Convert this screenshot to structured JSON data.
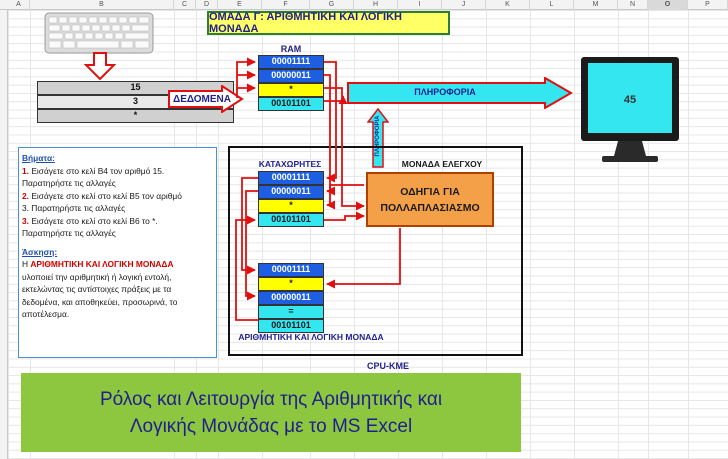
{
  "spreadsheet": {
    "columns": [
      "A",
      "B",
      "C",
      "D",
      "E",
      "F",
      "G",
      "H",
      "I",
      "J",
      "K",
      "L",
      "M",
      "N",
      "O",
      "P"
    ],
    "selected_column": "O"
  },
  "title": "ΟΜΑΔΑ Γ: ΑΡΙΘΜΗΤΙΚΗ ΚΑΙ ΛΟΓΙΚΗ ΜΟΝΑΔΑ",
  "input_cells": [
    "15",
    "3",
    "*"
  ],
  "data_label": "ΔΕΔΟΜΕΝΑ",
  "ram": {
    "label": "RAM",
    "cells": [
      "00001111",
      "00000011",
      "*",
      "00101101"
    ]
  },
  "information_label": "ΠΛΗΡΟΦΟΡΙΑ",
  "vertical_information_label": "ΠΛΗΡΟΦΟΡΙΑ",
  "monitor_value": "45",
  "cpu": {
    "label": "CPU-KME",
    "registers_label": "ΚΑΤΑΧΩΡΗΤΕΣ",
    "registers": [
      "00001111",
      "00000011",
      "*",
      "00101101"
    ],
    "control_unit_label": "ΜΟΝΑΔΑ ΕΛΕΓΧΟΥ",
    "instruction_line1": "ΟΔΗΓΙΑ ΓΙΑ",
    "instruction_line2": "ΠΟΛΛΑΠΛΑΣΙΑΣΜΟ",
    "alu_cells": [
      "00001111",
      "*",
      "00000011",
      "=",
      "00101101"
    ],
    "alu_label": "ΑΡΙΘΜΗΤΙΚΗ ΚΑΙ ΛΟΓΙΚΗ ΜΟΝΑΔΑ"
  },
  "steps": {
    "heading": "Βήματα:",
    "s1_num": "1.",
    "s1_text": " Εισάγετε στο κελί B4 τον αριθμό 15.",
    "s1_text2": "Παρατηρήστε τις αλλαγές",
    "s2_num": "2.",
    "s2_text": " Εισάγετε στο κελί στο κελί B5 τον αριθμό",
    "s2_text2": "3. Παρατηρήστε τις αλλαγές",
    "s3_num": "3.",
    "s3_text": " Εισάγετε στο κελί στο κελί B6 το *.",
    "s3_text2": "Παρατηρήστε τις αλλαγές",
    "exercise_heading": "Άσκηση:",
    "ex_pre": "Η ",
    "ex_alu": "ΑΡΙΘΜΗΤΙΚΗ ΚΑΙ ΛΟΓΙΚΗ ΜΟΝΑΔΑ",
    "ex_l2": "υλοποιεί την αριθμητική ή λογική εντολή,",
    "ex_l3": "εκτελώντας τις αντίστοιχες πράξεις με τα",
    "ex_l4": "δεδομένα, και αποθηκεύει, προσωρινά, το",
    "ex_l5": "αποτέλεσμα."
  },
  "banner": {
    "line1": "Ρόλος και Λειτουργία της Αριθμητικής και",
    "line2": "Λογικής Μονάδας με το MS Excel"
  },
  "colors": {
    "title_bg": "#ffff66",
    "banner_bg": "#8dc63f",
    "register_blue": "#1d5fe0",
    "register_yellow": "#ffff00",
    "register_cyan": "#33e6f0",
    "instruction_orange": "#f4a048",
    "flow_arrow": "#e01010",
    "info_arrow": "#33e6f0"
  }
}
